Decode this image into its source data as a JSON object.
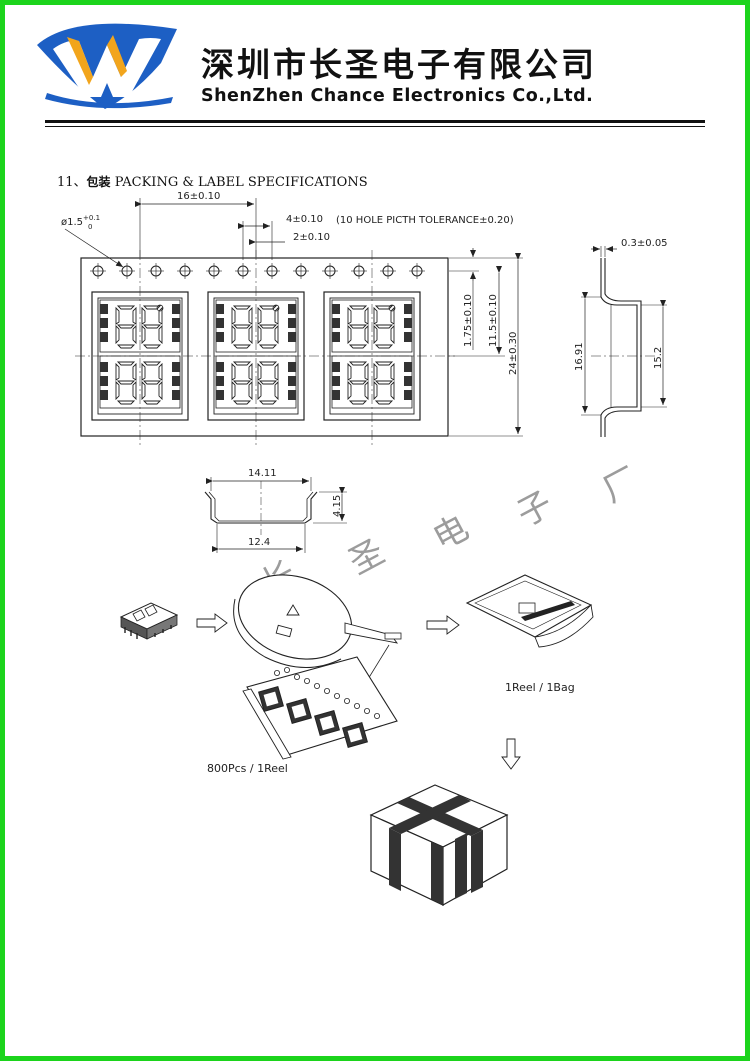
{
  "header": {
    "company_cn": "深圳市长圣电子有限公司",
    "company_en": "ShenZhen Chance Electronics Co.,Ltd.",
    "logo_icon": "company-logo-icon"
  },
  "section": {
    "number": "11、",
    "title_cn": "包装",
    "title_en": "PACKING & LABEL SPECIFICATIONS"
  },
  "dimensions": {
    "pitch_16": "16±0.10",
    "hole_dia_base": "ø1.5",
    "hole_dia_sup": "+0.1",
    "hole_dia_sub": "0",
    "hole_pitch_4": "4±0.10",
    "tolerance_note": "(10 HOLE PICTH TOLERANCE±0.20)",
    "offset_2": "2±0.10",
    "edge_175": "1.75±0.10",
    "center_115": "11.5±0.10",
    "width_24": "24±0.30",
    "thickness_03": "0.3±0.05",
    "pocket_1691": "16.91",
    "pocket_152": "15.2",
    "cavity_1411": "14.11",
    "cavity_415": "4.15",
    "cavity_124": "12.4"
  },
  "labels": {
    "reel_bag": "1Reel / 1Bag",
    "pcs_reel": "800Pcs / 1Reel"
  },
  "watermark": [
    "长",
    "圣",
    "电",
    "子",
    "厂"
  ],
  "colors": {
    "border": "#1cd41c",
    "logo_blue": "#1d5fc4",
    "logo_orange": "#f2a51c",
    "ink": "#222222"
  }
}
